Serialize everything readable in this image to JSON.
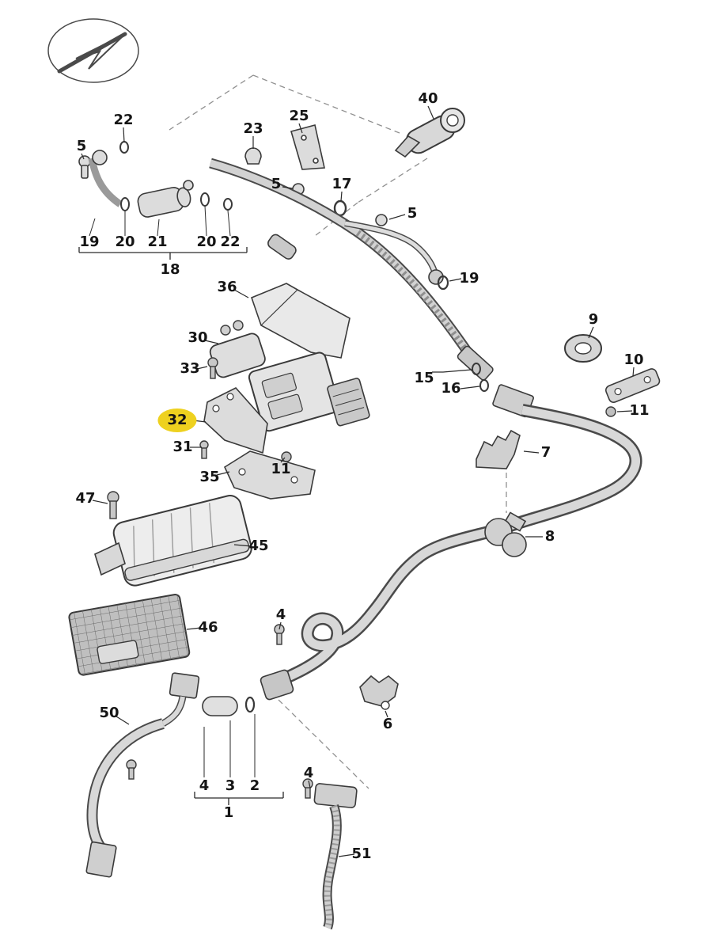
{
  "diagram": {
    "type": "exploded-parts-diagram",
    "description": "Automotive fuel line / control module exploded parts diagram",
    "colors": {
      "highlight": "#eed11f",
      "line": "#2a2a2a",
      "part_fill": "#dcdcdc",
      "background": "#ffffff"
    },
    "icons": {
      "logo": "paper-plane-arrow-logo"
    },
    "highlighted_part": "32",
    "labels": [
      {
        "text": "40"
      },
      {
        "text": "22"
      },
      {
        "text": "25"
      },
      {
        "text": "23"
      },
      {
        "text": "5"
      },
      {
        "text": "5"
      },
      {
        "text": "17"
      },
      {
        "text": "5"
      },
      {
        "text": "19"
      },
      {
        "text": "20"
      },
      {
        "text": "21"
      },
      {
        "text": "20"
      },
      {
        "text": "22"
      },
      {
        "text": "18"
      },
      {
        "text": "19"
      },
      {
        "text": "36"
      },
      {
        "text": "30"
      },
      {
        "text": "9"
      },
      {
        "text": "33"
      },
      {
        "text": "10"
      },
      {
        "text": "15"
      },
      {
        "text": "16"
      },
      {
        "text": "11"
      },
      {
        "text": "32"
      },
      {
        "text": "31"
      },
      {
        "text": "7"
      },
      {
        "text": "11"
      },
      {
        "text": "35"
      },
      {
        "text": "47"
      },
      {
        "text": "8"
      },
      {
        "text": "45"
      },
      {
        "text": "4"
      },
      {
        "text": "46"
      },
      {
        "text": "50"
      },
      {
        "text": "6"
      },
      {
        "text": "4"
      },
      {
        "text": "3"
      },
      {
        "text": "2"
      },
      {
        "text": "4"
      },
      {
        "text": "1"
      },
      {
        "text": "51"
      }
    ]
  }
}
